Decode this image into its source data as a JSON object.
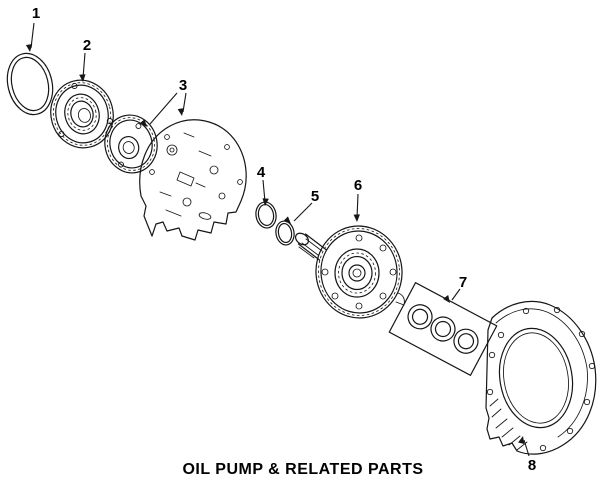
{
  "colors": {
    "background": "#ffffff",
    "line": "#161616"
  },
  "diagram": {
    "caption": "OIL PUMP & RELATED PARTS",
    "parts": [
      {
        "label": "1"
      },
      {
        "label": "2"
      },
      {
        "label": "3"
      },
      {
        "label": "4"
      },
      {
        "label": "5"
      },
      {
        "label": "6"
      },
      {
        "label": "7"
      },
      {
        "label": "8"
      }
    ]
  }
}
